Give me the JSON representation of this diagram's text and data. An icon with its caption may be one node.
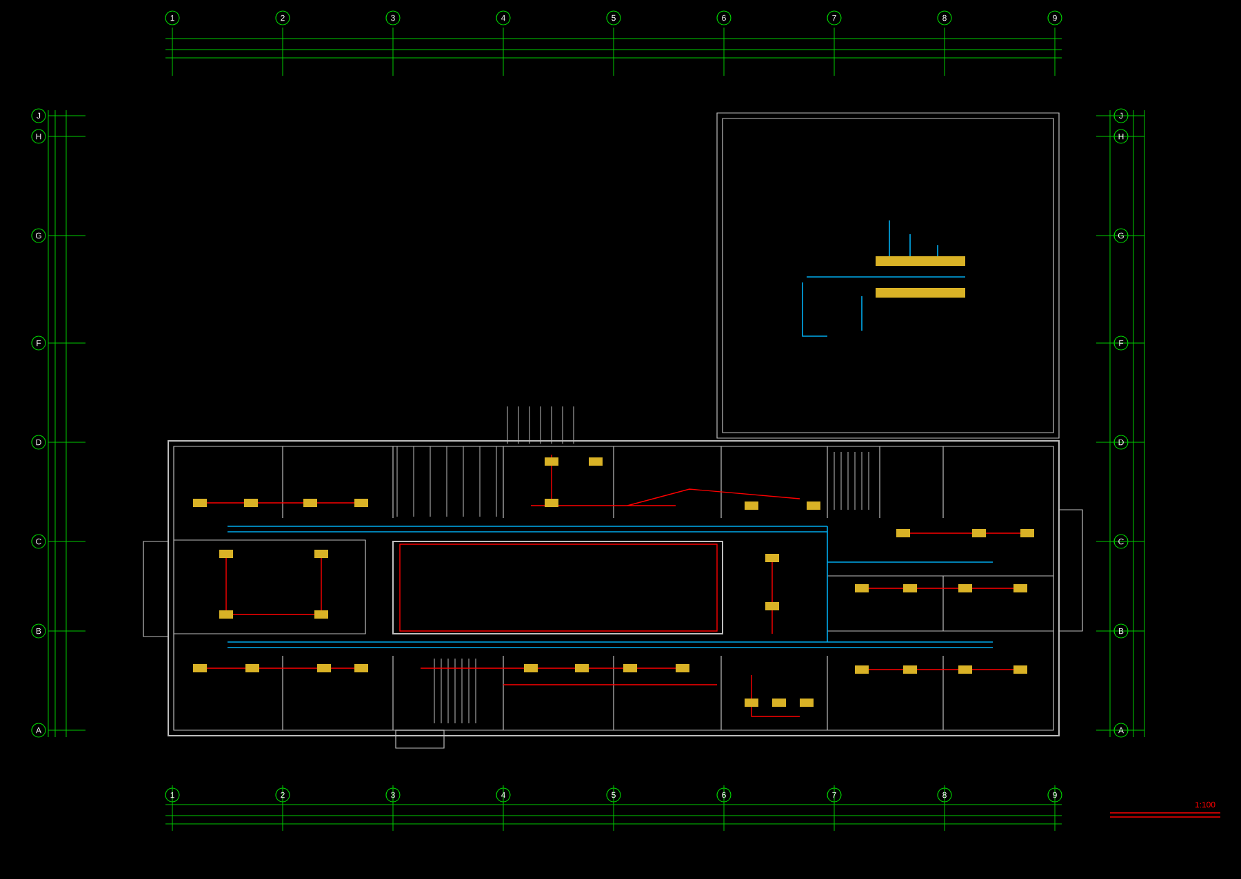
{
  "diagram": {
    "nodes": [
      {
        "text": [
          "1"
        ]
      },
      {
        "text": [
          "2"
        ]
      },
      {
        "text": [
          "3"
        ]
      },
      {
        "text": [
          "4"
        ]
      },
      {
        "text": [
          "5"
        ]
      },
      {
        "text": [
          "6"
        ]
      },
      {
        "text": [
          "7"
        ]
      },
      {
        "text": [
          "8"
        ]
      },
      {
        "text": [
          "9"
        ]
      },
      {
        "text": [
          "J"
        ]
      },
      {
        "text": [
          "H"
        ]
      },
      {
        "text": [
          "G"
        ]
      },
      {
        "text": [
          "F"
        ]
      },
      {
        "text": [
          "D"
        ]
      },
      {
        "text": [
          "C"
        ]
      },
      {
        "text": [
          "B"
        ]
      },
      {
        "text": [
          "A"
        ]
      },
      {
        "text": [
          "J"
        ]
      },
      {
        "text": [
          "H"
        ]
      },
      {
        "text": [
          "G"
        ]
      },
      {
        "text": [
          "F"
        ]
      },
      {
        "text": [
          "D"
        ]
      },
      {
        "text": [
          "C"
        ]
      },
      {
        "text": [
          "B"
        ]
      },
      {
        "text": [
          "A"
        ]
      },
      {
        "text": [
          "1"
        ]
      },
      {
        "text": [
          "2"
        ]
      },
      {
        "text": [
          "3"
        ]
      },
      {
        "text": [
          "4"
        ]
      },
      {
        "text": [
          "5"
        ]
      },
      {
        "text": [
          "6"
        ]
      },
      {
        "text": [
          "7"
        ]
      },
      {
        "text": [
          "8"
        ]
      },
      {
        "text": [
          "9"
        ]
      }
    ],
    "labels": [
      "1:100"
    ]
  }
}
